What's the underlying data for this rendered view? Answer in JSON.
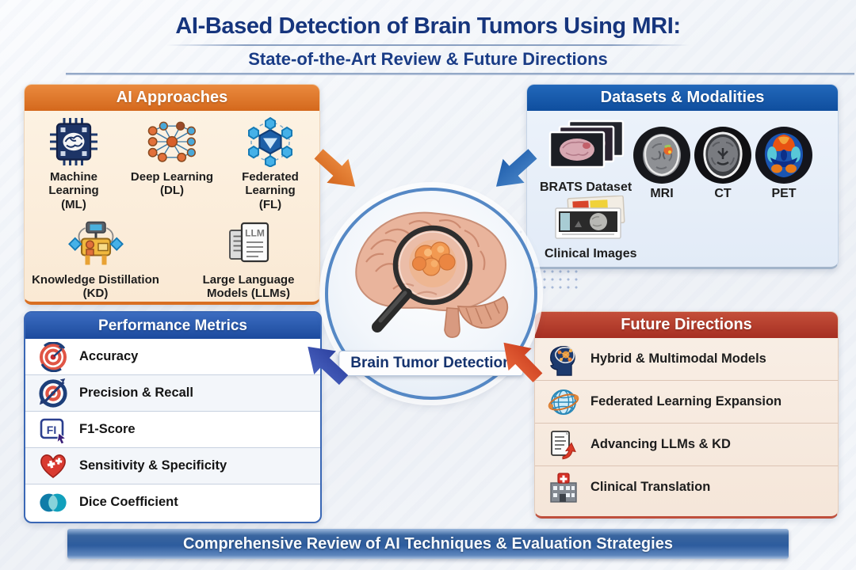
{
  "header": {
    "title": "AI-Based Detection of Brain Tumors Using MRI:",
    "subtitle": "State-of-the-Art Review & Future Directions"
  },
  "center": {
    "label": "Brain Tumor Detection"
  },
  "ai_approaches": {
    "title": "AI Approaches",
    "items": [
      {
        "name": "Machine Learning",
        "abbr": "(ML)",
        "icon": "chip-brain-icon"
      },
      {
        "name": "Deep Learning",
        "abbr": "(DL)",
        "icon": "neural-network-icon"
      },
      {
        "name": "Federated Learning",
        "abbr": "(FL)",
        "icon": "hex-network-icon"
      },
      {
        "name": "Knowledge Distillation",
        "abbr": "(KD)",
        "icon": "distillation-machine-icon"
      },
      {
        "name": "Large Language",
        "abbr": "Models (LLMs)",
        "icon": "llm-document-icon"
      }
    ]
  },
  "datasets": {
    "title": "Datasets & Modalities",
    "items": [
      {
        "label": "BRATS Dataset",
        "icon": "image-stack-icon"
      },
      {
        "label": "MRI",
        "icon": "mri-scan-icon"
      },
      {
        "label": "CT",
        "icon": "ct-scan-icon"
      },
      {
        "label": "PET",
        "icon": "pet-scan-icon"
      },
      {
        "label": "Clinical Images",
        "icon": "clinical-photos-icon"
      }
    ]
  },
  "metrics": {
    "title": "Performance Metrics",
    "items": [
      {
        "label": "Accuracy",
        "icon": "target-icon"
      },
      {
        "label": "Precision & Recall",
        "icon": "target-arrow-icon"
      },
      {
        "label": "F1-Score",
        "icon": "f1-key-icon"
      },
      {
        "label": "Sensitivity & Specificity",
        "icon": "heart-cross-icon"
      },
      {
        "label": "Dice Coefficient",
        "icon": "venn-overlap-icon"
      }
    ]
  },
  "future": {
    "title": "Future Directions",
    "items": [
      {
        "label": "Hybrid & Multimodal Models",
        "icon": "head-network-icon"
      },
      {
        "label": "Federated Learning Expansion",
        "icon": "globe-icon"
      },
      {
        "label": "Advancing LLMs & KD",
        "icon": "document-up-arrow-icon"
      },
      {
        "label": "Clinical Translation",
        "icon": "hospital-icon"
      }
    ]
  },
  "footer": {
    "banner": "Comprehensive Review of AI Techniques & Evaluation Strategies"
  },
  "colors": {
    "navy": "#16357d",
    "orange_header": "#d96f22",
    "blue_header": "#0f4e9e",
    "red_header": "#a62f22",
    "banner_blue": "#2d5c9e",
    "tumor_orange": "#ee8232"
  }
}
